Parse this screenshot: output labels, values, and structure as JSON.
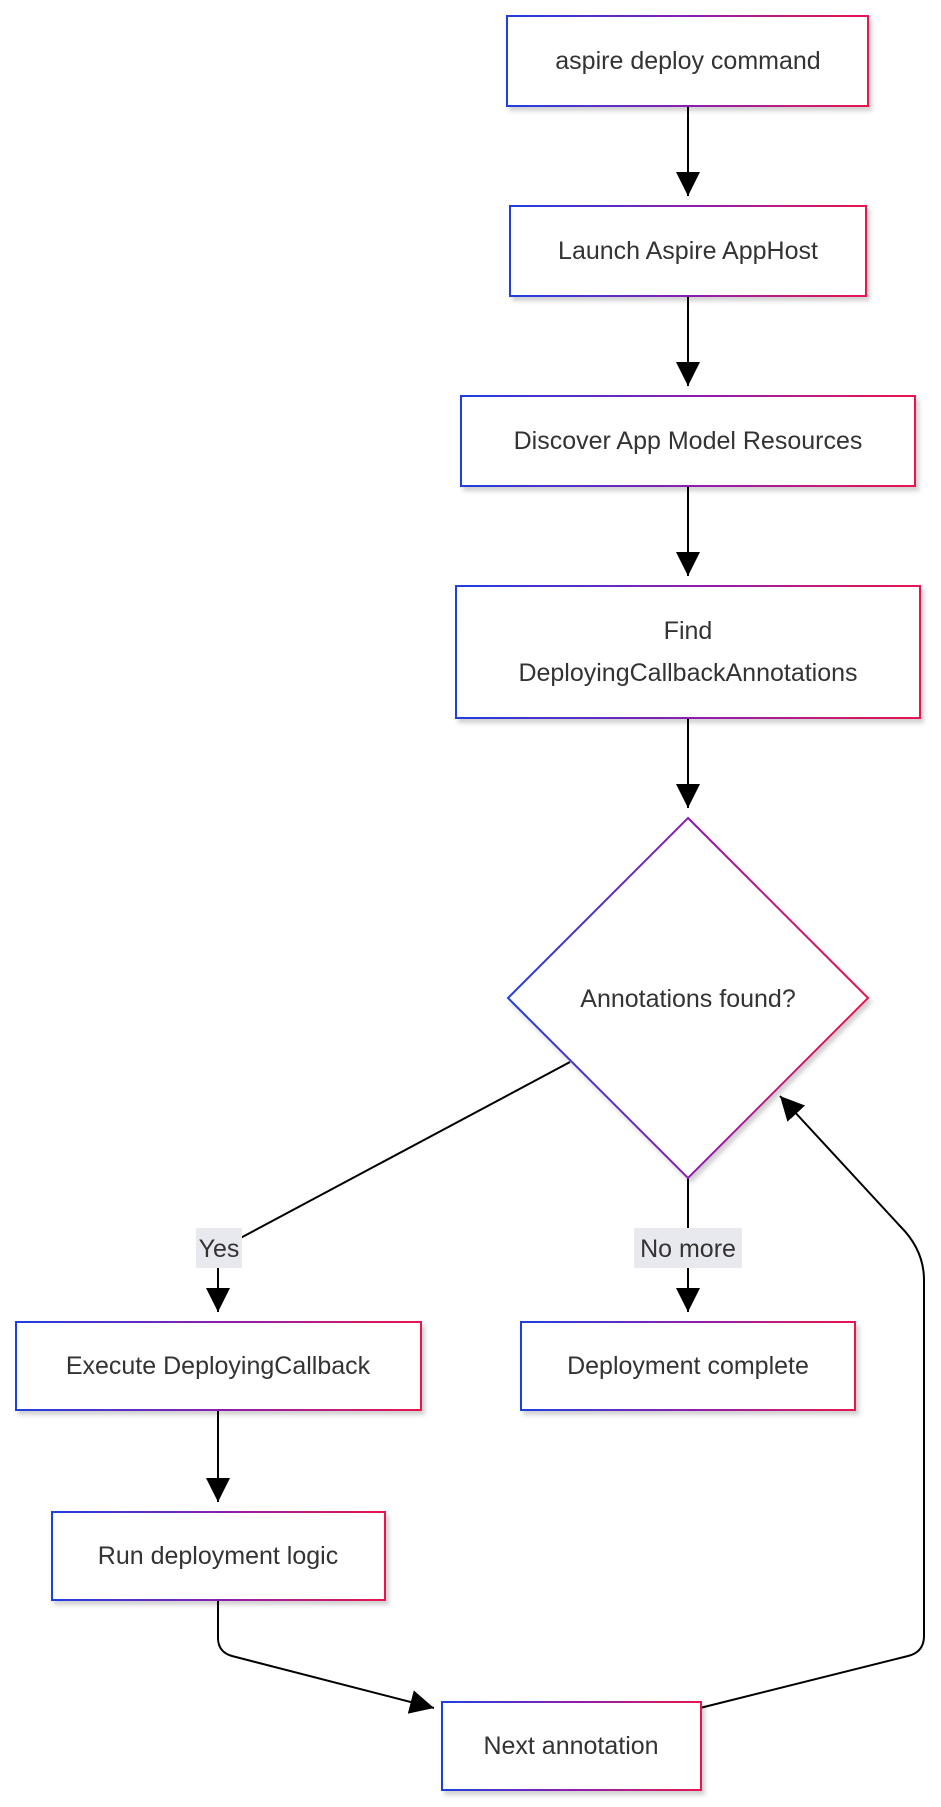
{
  "nodes": {
    "deploy_command": "aspire deploy command",
    "launch_apphost": "Launch Aspire AppHost",
    "discover_resources": "Discover App Model Resources",
    "find_annotations_line1": "Find",
    "find_annotations_line2": "DeployingCallbackAnnotations",
    "annotations_found": "Annotations found?",
    "execute_callback": "Execute DeployingCallback",
    "deployment_complete": "Deployment complete",
    "run_logic": "Run deployment logic",
    "next_annotation": "Next annotation"
  },
  "edge_labels": {
    "yes": "Yes",
    "no_more": "No more"
  },
  "colors": {
    "border_gradient_start": "#1f3fe0",
    "border_gradient_mid": "#8a1fb0",
    "border_gradient_end": "#e8174f",
    "edge": "#000000",
    "label_bg": "#e8e8ef",
    "text": "#333333"
  }
}
